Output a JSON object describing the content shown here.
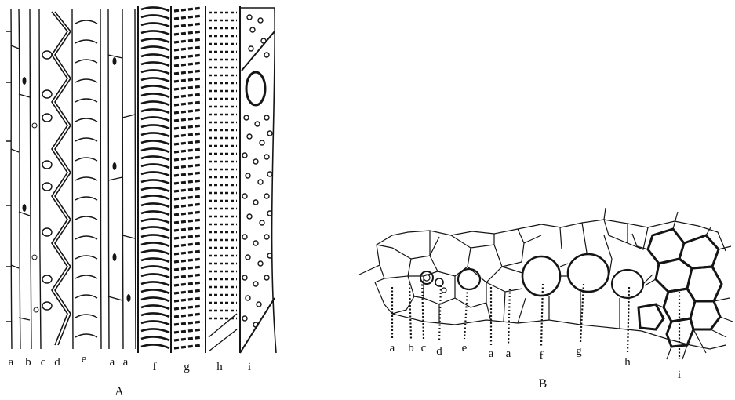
{
  "figure_a": {
    "caption": "A",
    "labels": [
      "a",
      "b",
      "c",
      "d",
      "e",
      "a",
      "a",
      "f",
      "g",
      "h",
      "i"
    ]
  },
  "figure_b": {
    "caption": "B",
    "labels": [
      "a",
      "b",
      "c",
      "d",
      "e",
      "a",
      "a",
      "f",
      "g",
      "h",
      "i"
    ]
  }
}
